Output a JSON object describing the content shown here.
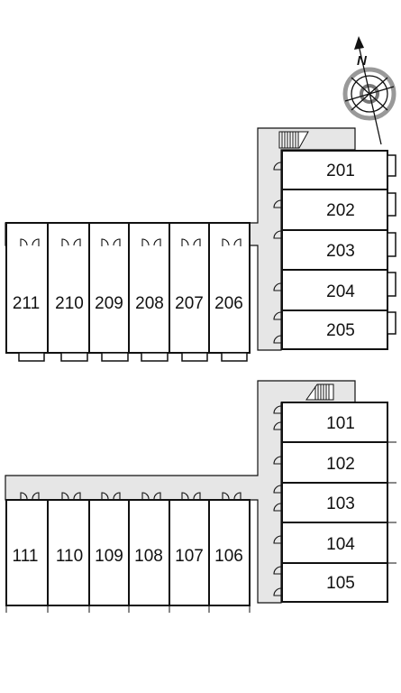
{
  "compass": {
    "letter": "N",
    "icon": "compass-icon"
  },
  "floor2": {
    "east_units": [
      {
        "label": "201"
      },
      {
        "label": "202"
      },
      {
        "label": "203"
      },
      {
        "label": "204"
      },
      {
        "label": "205"
      }
    ],
    "west_units": [
      {
        "label": "211"
      },
      {
        "label": "210"
      },
      {
        "label": "209"
      },
      {
        "label": "208"
      },
      {
        "label": "207"
      },
      {
        "label": "206"
      }
    ]
  },
  "floor1": {
    "east_units": [
      {
        "label": "101"
      },
      {
        "label": "102"
      },
      {
        "label": "103"
      },
      {
        "label": "104"
      },
      {
        "label": "105"
      }
    ],
    "west_units": [
      {
        "label": "111"
      },
      {
        "label": "110"
      },
      {
        "label": "109"
      },
      {
        "label": "108"
      },
      {
        "label": "107"
      },
      {
        "label": "106"
      }
    ]
  },
  "colors": {
    "corridor": "#e6e6e6",
    "line": "#111111",
    "background": "#ffffff"
  }
}
